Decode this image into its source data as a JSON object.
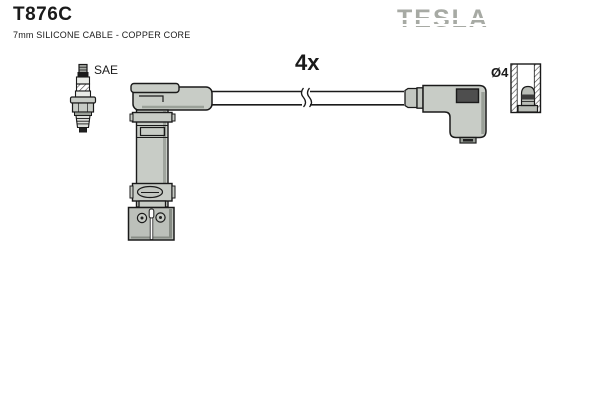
{
  "header": {
    "part_number": "T876C",
    "subtitle": "7mm SILICONE CABLE - COPPER CORE",
    "brand": "TESLA"
  },
  "diagram": {
    "labels": {
      "terminal_standard": "SAE",
      "quantity": "4x",
      "socket_diameter": "Ø4"
    },
    "colors": {
      "outline": "#1a1a1a",
      "rubber_fill": "#c8ccc6",
      "rubber_shade": "#9aa098",
      "block_fill": "#bcc0ba",
      "window_fill": "#4e4e4e",
      "metal_fill": "#b9bdb7",
      "brand_gray": "#a7aaa4",
      "background": "#ffffff"
    }
  }
}
